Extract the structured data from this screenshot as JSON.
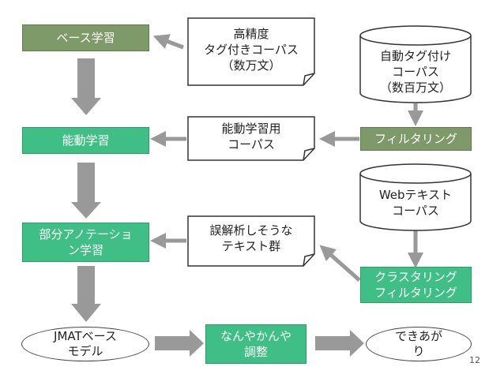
{
  "nodes": {
    "base_learning": "ベース学習",
    "active_learning": "能動学習",
    "partial_annotation": [
      "部分アノテーショ",
      "ン学習"
    ],
    "filtering": "フィルタリング",
    "clustering_filtering": [
      "クラスタリング",
      "フィルタリング"
    ],
    "nanyakanya": [
      "なんやかんや",
      "調整"
    ]
  },
  "documents": {
    "tagged_corpus": [
      "高精度",
      "タグ付きコーパス",
      "（数万文）"
    ],
    "active_corpus": [
      "能動学習用",
      "コーパス"
    ],
    "error_text": [
      "誤解析しそうな",
      "テキスト群"
    ]
  },
  "databases": {
    "auto_tagged": [
      "自動タグ付け",
      "コーパス",
      "（数百万文）"
    ],
    "web_text": [
      "Webテキスト",
      "コーパス"
    ]
  },
  "terminals": {
    "jmat_model": [
      "JMATベース",
      "モデル"
    ],
    "done": [
      "できあが",
      "り"
    ]
  },
  "page_number": "12",
  "colors": {
    "olive": "#7d9a68",
    "teal": "#3fbf85",
    "arrow": "#999999"
  }
}
